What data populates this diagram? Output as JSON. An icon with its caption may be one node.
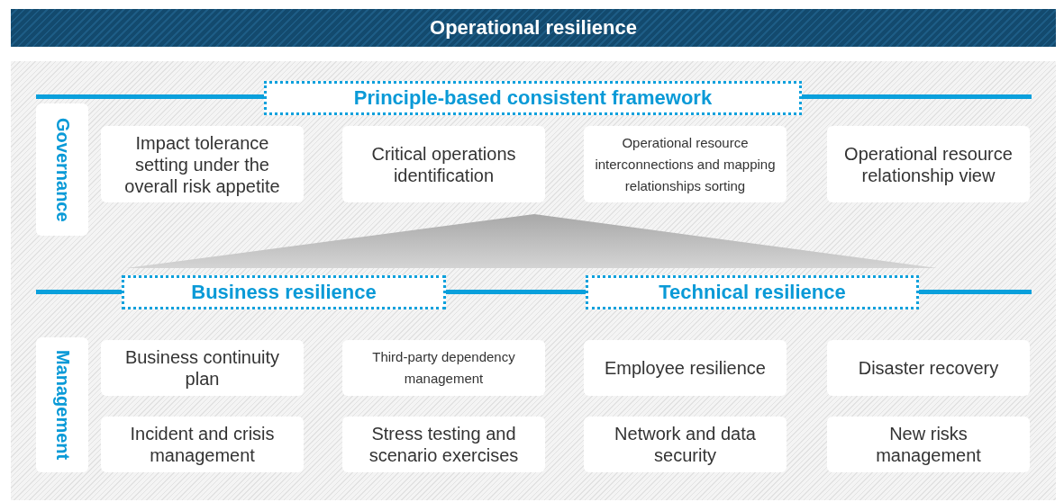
{
  "diagram": {
    "title": "Operational resilience",
    "nodes": [
      {
        "text": [
          "Principle-based consistent framework"
        ]
      },
      {
        "text": [
          "Governance"
        ]
      },
      {
        "text": [
          "Impact tolerance setting under the overall risk appetite"
        ]
      },
      {
        "text": [
          "Critical operations identification"
        ]
      },
      {
        "text": [
          "Operational resource interconnections and mapping relationships sorting"
        ]
      },
      {
        "text": [
          "Operational resource relationship view"
        ]
      },
      {
        "text": [],
        "shape": "triangle"
      },
      {
        "text": [
          "Business resilience"
        ]
      },
      {
        "text": [
          "Technical resilience"
        ]
      },
      {
        "text": [
          "Management"
        ]
      },
      {
        "text": [
          "Business continuity plan"
        ]
      },
      {
        "text": [
          "Third-party dependency management"
        ]
      },
      {
        "text": [
          "Employee resilience"
        ]
      },
      {
        "text": [
          "Disaster recovery"
        ]
      },
      {
        "text": [
          "Incident and crisis management"
        ]
      },
      {
        "text": [
          "Stress testing and scenario exercises"
        ]
      },
      {
        "text": [
          "Network and data security"
        ]
      },
      {
        "text": [
          "New risks management"
        ]
      }
    ]
  }
}
